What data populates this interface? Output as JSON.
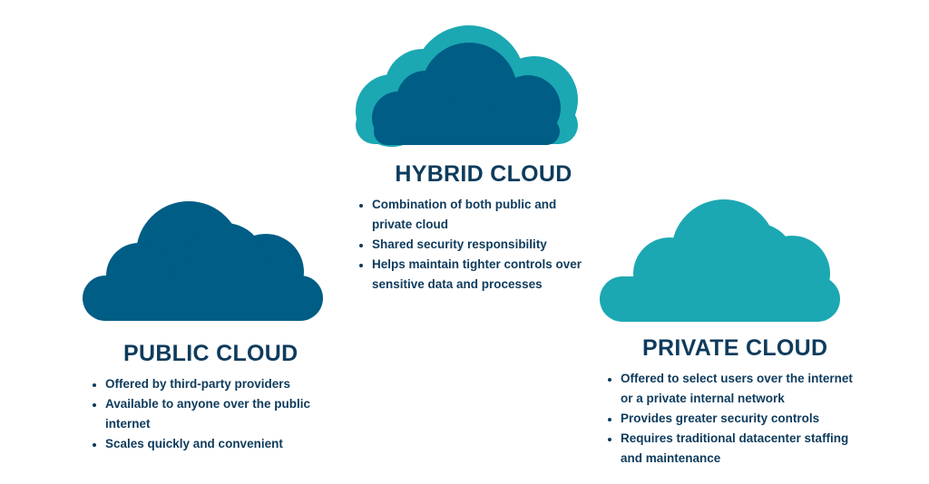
{
  "colors": {
    "dark_blue": "#005d85",
    "teal": "#1ba8b2",
    "title": "#0e3b5c"
  },
  "hybrid": {
    "title": "HYBRID CLOUD",
    "icon": "cloud-icon",
    "bullets": [
      "Combination of both public and private cloud",
      "Shared security responsibility",
      "Helps maintain tighter controls over sensitive data and processes"
    ]
  },
  "public": {
    "title": "PUBLIC CLOUD",
    "icon": "cloud-icon",
    "bullets": [
      "Offered by third-party providers",
      "Available to anyone over the public internet",
      "Scales quickly and convenient"
    ]
  },
  "private": {
    "title": "PRIVATE CLOUD",
    "icon": "cloud-icon",
    "bullets": [
      "Offered to select users over the internet or a private internal network",
      "Provides greater security controls",
      "Requires traditional datacenter staffing and maintenance"
    ]
  }
}
